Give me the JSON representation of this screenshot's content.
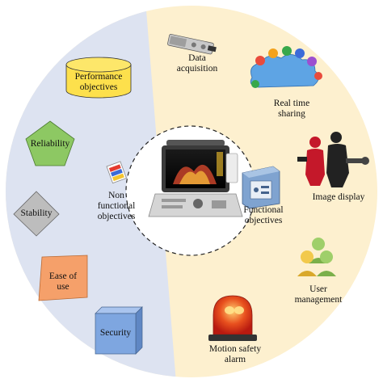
{
  "center_device": "ultrasound-device",
  "non_functional": {
    "label": [
      "Non",
      "functional",
      "objectives"
    ],
    "items": [
      {
        "id": "performance",
        "label": [
          "Performance",
          "objectives"
        ],
        "shape": "cylinder",
        "color": "#fde04c"
      },
      {
        "id": "reliability",
        "label": [
          "Reliability"
        ],
        "shape": "pentagon",
        "color": "#8dc863"
      },
      {
        "id": "stability",
        "label": [
          "Stability"
        ],
        "shape": "diamond",
        "color": "#bdbdbd"
      },
      {
        "id": "ease-of-use",
        "label": [
          "Ease of",
          "use"
        ],
        "shape": "parallelogram",
        "color": "#f5a06a"
      },
      {
        "id": "security",
        "label": [
          "Security"
        ],
        "shape": "cube",
        "color": "#7ea6e0"
      }
    ]
  },
  "functional": {
    "label": [
      "Functional",
      "objectives"
    ],
    "items": [
      {
        "id": "data-acquisition",
        "label": [
          "Data",
          "acquisition"
        ],
        "icon": "sensor-icon"
      },
      {
        "id": "real-time-sharing",
        "label": [
          "Real time",
          "sharing"
        ],
        "icon": "cloud-sharing-icon"
      },
      {
        "id": "image-display",
        "label": [
          "Image display"
        ],
        "icon": "athletes-icon"
      },
      {
        "id": "user-management",
        "label": [
          "User",
          "management"
        ],
        "icon": "users-icon"
      },
      {
        "id": "motion-safety-alarm",
        "label": [
          "Motion safety",
          "alarm"
        ],
        "icon": "alarm-icon"
      }
    ]
  },
  "colors": {
    "left_half": "#dde3f1",
    "right_half": "#fdf0cf",
    "circle_border": "#222222"
  }
}
